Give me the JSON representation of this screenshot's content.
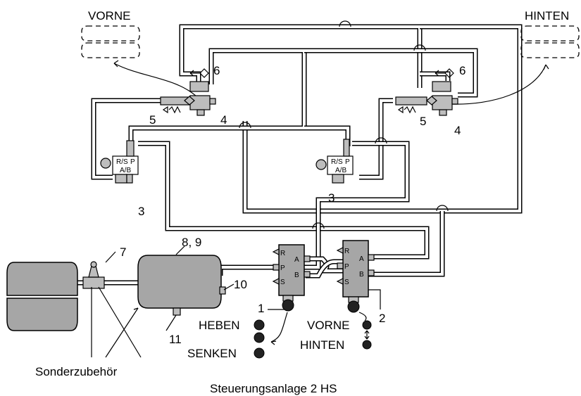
{
  "labels": {
    "vorne_top": "VORNE",
    "hinten_top": "HINTEN",
    "n6_left": "6",
    "n6_right": "6",
    "n5_left": "5",
    "n5_right": "5",
    "n4_left": "4",
    "n4_right": "4",
    "n3_left": "3",
    "n3_right": "3",
    "n7": "7",
    "n89": "8, 9",
    "n10": "10",
    "n11": "11",
    "n1": "1",
    "n2": "2",
    "heben": "HEBEN",
    "senken": "SENKEN",
    "vorne_switch": "VORNE",
    "hinten_switch": "HINTEN",
    "sonderzubehoer": "Sonderzubehör",
    "caption": "Steuerungsanlage 2 HS"
  },
  "valve_ports": {
    "rs": "R/S",
    "p": "P",
    "ab": "A/B"
  },
  "control_ports": {
    "r": "R",
    "p": "P",
    "s": "S",
    "a": "A",
    "b": "B"
  }
}
